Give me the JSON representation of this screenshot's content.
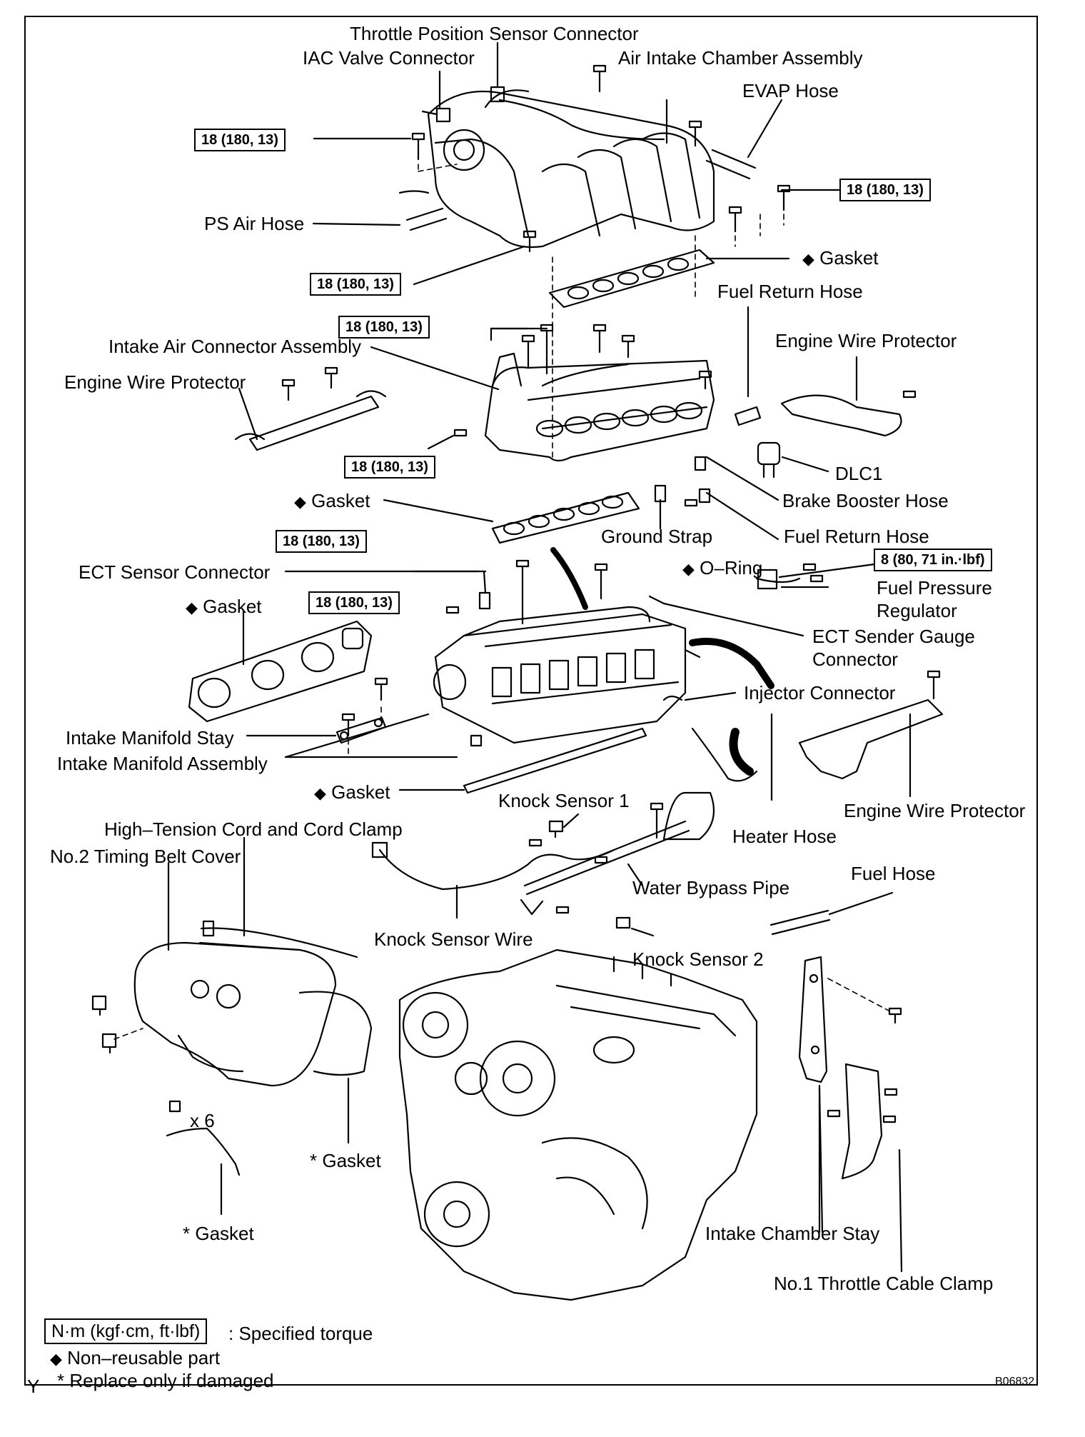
{
  "labels": {
    "tps_connector": "Throttle Position Sensor Connector",
    "iac_connector": "IAC Valve Connector",
    "air_intake_chamber": "Air Intake Chamber Assembly",
    "evap_hose": "EVAP Hose",
    "ps_air_hose": "PS Air Hose",
    "gasket": "Gasket",
    "fuel_return_hose": "Fuel Return Hose",
    "intake_air_connector": "Intake Air Connector Assembly",
    "engine_wire_protector": "Engine Wire Protector",
    "dlc1": "DLC1",
    "brake_booster_hose": "Brake Booster Hose",
    "ground_strap": "Ground Strap",
    "ecd_sensor_connector": "ECT Sensor Connector",
    "o_ring": "O–Ring",
    "fuel_pressure_regulator_1": "Fuel Pressure",
    "fuel_pressure_regulator_2": "Regulator",
    "ect_sender_1": "ECT Sender Gauge",
    "ect_sender_2": "Connector",
    "injector_connector": "Injector Connector",
    "intake_manifold_stay": "Intake Manifold Stay",
    "intake_manifold_assembly": "Intake Manifold Assembly",
    "knock_sensor_1": "Knock Sensor 1",
    "heater_hose": "Heater Hose",
    "high_tension_cord": "High–Tension Cord and Cord Clamp",
    "no2_timing_belt_cover": "No.2 Timing Belt Cover",
    "water_bypass_pipe": "Water Bypass Pipe",
    "fuel_hose": "Fuel Hose",
    "knock_sensor_wire": "Knock Sensor Wire",
    "knock_sensor_2": "Knock Sensor 2",
    "x6": "x 6",
    "star_gasket": "* Gasket",
    "intake_chamber_stay": "Intake Chamber Stay",
    "no1_throttle_cable_clamp": "No.1 Throttle Cable Clamp"
  },
  "torque": {
    "std": "18 (180, 13)",
    "regulator": "8 (80, 71 in.·lbf)"
  },
  "legend": {
    "unit": "N·m (kgf·cm, ft·lbf)",
    "unit_desc": ": Specified torque",
    "non_reusable": "Non–reusable part",
    "replace": "* Replace only if damaged"
  },
  "symbols": {
    "diamond": "◆"
  },
  "corner": {
    "left": "Y",
    "code": "B06832"
  }
}
